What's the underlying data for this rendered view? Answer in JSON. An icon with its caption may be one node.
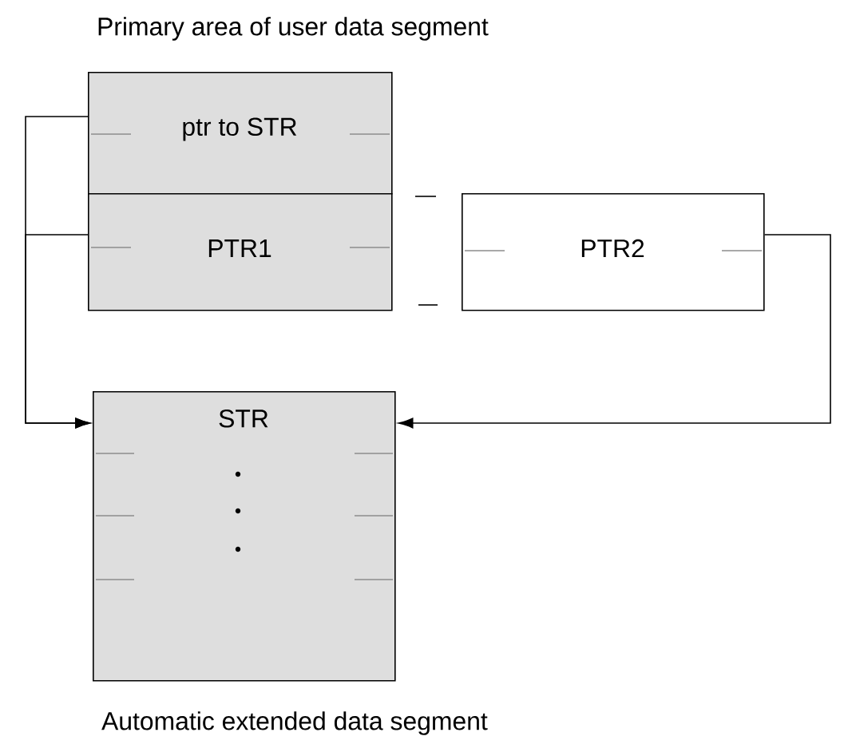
{
  "diagram": {
    "nodes": [
      {
        "text": [
          "ptr to STR"
        ]
      },
      {
        "text": [
          "PTR1"
        ]
      },
      {
        "text": [
          "PTR2"
        ]
      },
      {
        "text": [
          "STR"
        ]
      }
    ],
    "edges": [
      {
        "from": 0,
        "to": 3,
        "arrow": "to"
      },
      {
        "from": 1,
        "to": 3,
        "arrow": "to"
      },
      {
        "from": 2,
        "to": 3,
        "arrow": "to"
      }
    ],
    "labels": [
      "Primary area of user data segment",
      "Automatic extended data segment"
    ]
  }
}
